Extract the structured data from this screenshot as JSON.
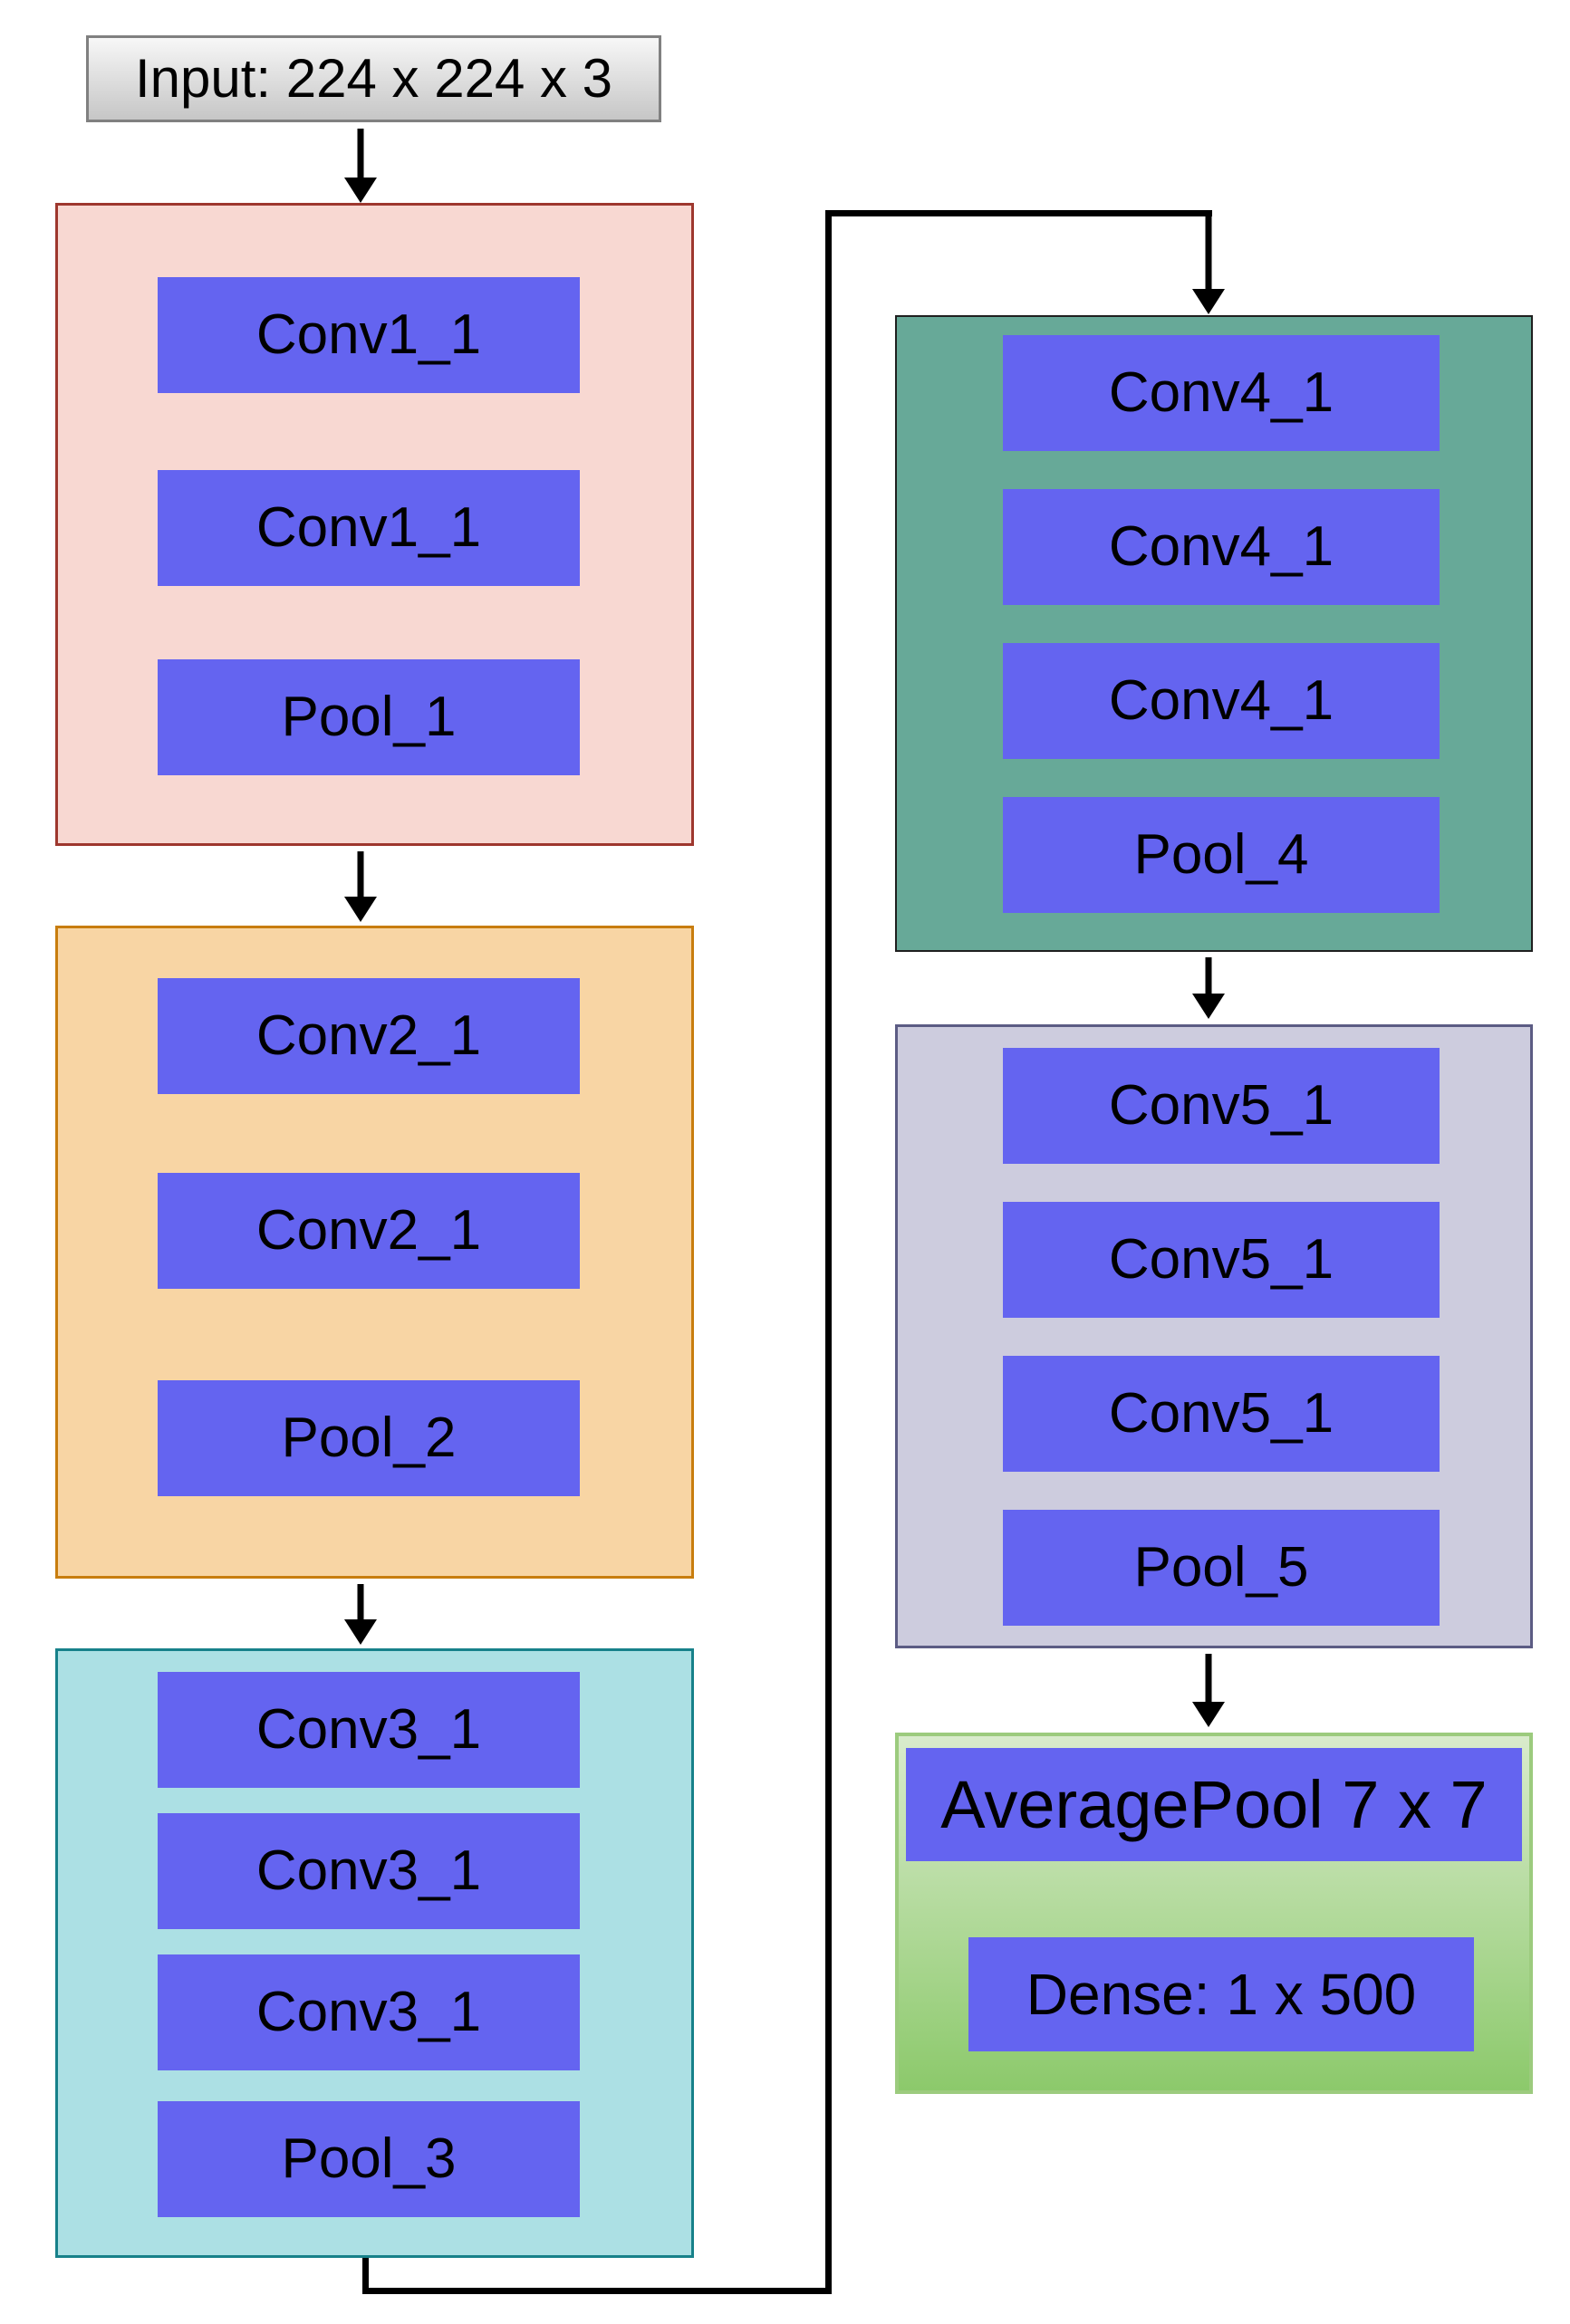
{
  "title": "CNN architecture diagram",
  "input": {
    "label": "Input: 224 x 224 x 3"
  },
  "blocks": [
    {
      "id": "stage-1",
      "layers": [
        "Conv1_1",
        "Conv1_1",
        "Pool_1"
      ]
    },
    {
      "id": "stage-2",
      "layers": [
        "Conv2_1",
        "Conv2_1",
        "Pool_2"
      ]
    },
    {
      "id": "stage-3",
      "layers": [
        "Conv3_1",
        "Conv3_1",
        "Conv3_1",
        "Pool_3"
      ]
    },
    {
      "id": "stage-4",
      "layers": [
        "Conv4_1",
        "Conv4_1",
        "Conv4_1",
        "Pool_4"
      ]
    },
    {
      "id": "stage-5",
      "layers": [
        "Conv5_1",
        "Conv5_1",
        "Conv5_1",
        "Pool_5"
      ]
    },
    {
      "id": "head",
      "layers": [
        "AveragePool 7 x 7",
        "Dense: 1 x 500"
      ]
    }
  ],
  "colors": {
    "blue_box": "#6464f0",
    "pink_fill": "#f8d8d2",
    "pink_border": "#9e372e",
    "orange_fill": "#f8d5a4",
    "orange_border": "#c87d0e",
    "cyan_fill": "#ace0e4",
    "cyan_border": "#17818a",
    "teal_fill": "#67a998",
    "teal_border": "#1f1f1f",
    "lavender_fill": "#cdccde",
    "lavender_border": "#5c5c84",
    "green_grad_top": "#d9ebcc",
    "green_grad_bottom": "#8cc96b",
    "green_border": "#9ccb7e",
    "input_grad_top": "#f7f7f7",
    "input_grad_bottom": "#c6c6c6",
    "input_border": "#808080",
    "line_color": "#000000"
  }
}
